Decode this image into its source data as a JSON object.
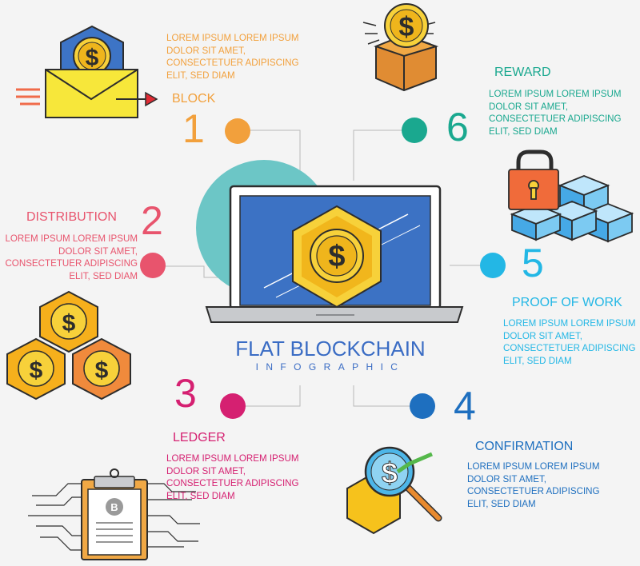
{
  "title": "FLAT BLOCKCHAIN",
  "subtitle": "INFOGRAPHIC",
  "steps": [
    {
      "number": "1",
      "label": "BLOCK",
      "text": "LOREM IPSUM LOREM IPSUM\nDOLOR SIT AMET,\nCONSECTETUER ADIPISCING\nELIT, SED DIAM",
      "color": "#f2a03c"
    },
    {
      "number": "2",
      "label": "DISTRIBUTION",
      "text": "LOREM IPSUM LOREM IPSUM\nDOLOR SIT AMET,\nCONSECTETUER ADIPISCING\nELIT, SED DIAM",
      "color": "#e8546d"
    },
    {
      "number": "3",
      "label": "LEDGER",
      "text": "LOREM IPSUM LOREM IPSUM\nDOLOR SIT AMET,\nCONSECTETUER ADIPISCING\nELIT, SED DIAM",
      "color": "#d52071"
    },
    {
      "number": "4",
      "label": "CONFIRMATION",
      "text": "LOREM IPSUM LOREM IPSUM\nDOLOR SIT AMET,\nCONSECTETUER ADIPISCING\nELIT, SED DIAM",
      "color": "#1e6fbf"
    },
    {
      "number": "5",
      "label": "PROOF OF WORK",
      "text": "LOREM IPSUM LOREM IPSUM\nDOLOR SIT AMET,\nCONSECTETUER ADIPISCING\nELIT, SED DIAM",
      "color": "#23b7e5"
    },
    {
      "number": "6",
      "label": "REWARD",
      "text": "LOREM IPSUM LOREM IPSUM\nDOLOR SIT AMET,\nCONSECTETUER ADIPISCING\nELIT, SED DIAM",
      "color": "#1aa88f"
    }
  ],
  "symbols": {
    "dollar": "$",
    "bitcoin": "B"
  },
  "icons": [
    "envelope-coin-icon",
    "coin-box-icon",
    "hexagon-coins-icon",
    "padlock-cubes-icon",
    "clipboard-bitcoin-icon",
    "magnifier-coin-icon",
    "laptop-coin-icon"
  ]
}
